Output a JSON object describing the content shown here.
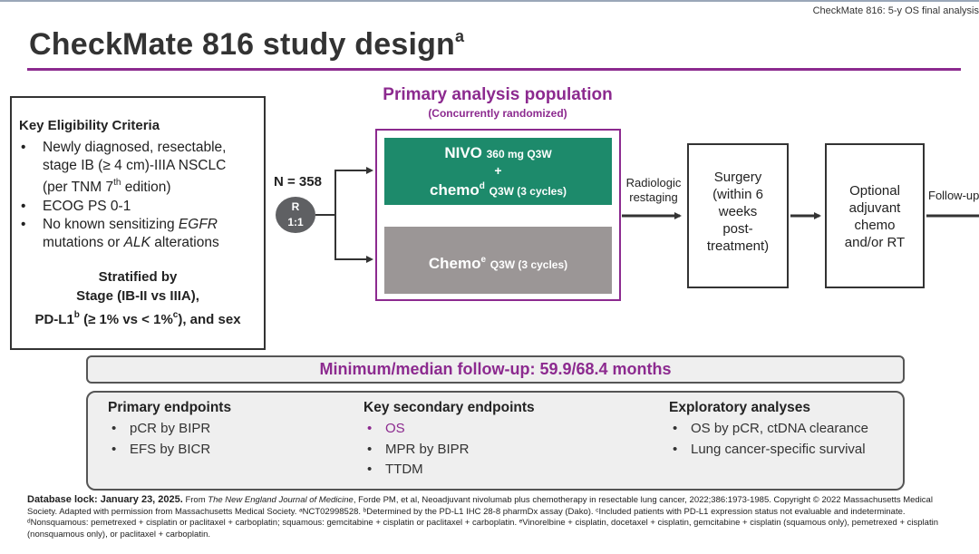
{
  "header": {
    "tag": "CheckMate 816: 5-y OS final analysis",
    "title": "CheckMate 816 study design",
    "title_sup": "a"
  },
  "eligibility": {
    "title": "Key Eligibility Criteria",
    "item1_line1": "Newly diagnosed, resectable,",
    "item1_line2": "stage IB (≥ 4 cm)-IIIA NSCLC",
    "item1_line3a": "(per TNM 7",
    "item1_sup": "th",
    "item1_line3b": " edition)",
    "item2": "ECOG PS 0-1",
    "item3_a": "No known sensitizing ",
    "item3_egfr": "EGFR",
    "item3_b": "mutations or ",
    "item3_alk": "ALK",
    "item3_c": " alterations",
    "strat_title": "Stratified by",
    "strat_line1": "Stage (IB-II vs IIIA),",
    "strat_l2a": "PD-L1",
    "strat_sup_b": "b",
    "strat_l2b": " (≥ 1% vs < 1%",
    "strat_sup_c": "c",
    "strat_l2c": "), and sex"
  },
  "randomization": {
    "n": "N = 358",
    "r": "R",
    "ratio": "1:1"
  },
  "population": {
    "title": "Primary analysis population",
    "subtitle": "(Concurrently randomized)"
  },
  "arms": {
    "nivo_name": "NIVO",
    "nivo_dose": "360 mg Q3W",
    "plus": "+",
    "chemo_word": "chemo",
    "chemo_sup": "d",
    "chemo_dose": "Q3W (3 cycles)",
    "control_word": "Chemo",
    "control_sup": "e",
    "control_dose": "Q3W (3 cycles)"
  },
  "flow": {
    "restage_l1": "Radiologic",
    "restage_l2": "restaging",
    "surgery_l1": "Surgery",
    "surgery_l2": "(within 6",
    "surgery_l3": "weeks",
    "surgery_l4": "post-",
    "surgery_l5": "treatment)",
    "optional_l1": "Optional",
    "optional_l2": "adjuvant",
    "optional_l3": "chemo",
    "optional_l4": "and/or RT",
    "followup": "Follow-up"
  },
  "followup_bar": "Minimum/median follow-up: 59.9/68.4 months",
  "endpoints": {
    "primary_title": "Primary endpoints",
    "primary_items": [
      "pCR by BIPR",
      "EFS by BICR"
    ],
    "secondary_title": "Key secondary endpoints",
    "secondary_items": [
      "OS",
      "MPR by BIPR",
      "TTDM"
    ],
    "exploratory_title": "Exploratory analyses",
    "exploratory_items": [
      "OS by pCR, ctDNA clearance",
      "Lung cancer-specific survival"
    ]
  },
  "footnote": {
    "lock": "Database lock: January 23, 2025.",
    "from": " From ",
    "journal": "The New England Journal of Medicine",
    "rest": ", Forde PM, et al, Neoadjuvant nivolumab plus chemotherapy in resectable lung cancer, 2022;386:1973-1985. Copyright © 2022 Massachusetts Medical Society. Adapted with permission from Massachusetts Medical Society. ᵃNCT02998528. ᵇDetermined by the PD-L1 IHC 28-8 pharmDx assay (Dako). ᶜIncluded patients with PD-L1 expression status not evaluable and indeterminate. ᵈNonsquamous: pemetrexed + cisplatin or paclitaxel + carboplatin; squamous: gemcitabine + cisplatin or paclitaxel + carboplatin. ᵉVinorelbine + cisplatin, docetaxel + cisplatin, gemcitabine + cisplatin (squamous only), pemetrexed + cisplatin (nonsquamous only), or paclitaxel + carboplatin."
  },
  "colors": {
    "accent": "#8c2a8f",
    "nivo_arm": "#1d8a6b",
    "chemo_arm": "#9b9696",
    "panel_bg": "#efefef"
  }
}
